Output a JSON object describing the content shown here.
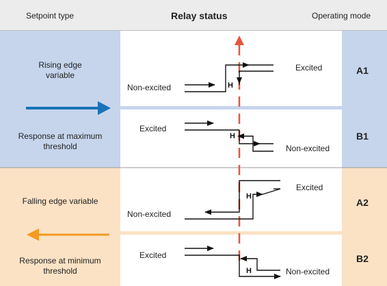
{
  "header": {
    "setpoint_type": "Setpoint type",
    "relay_status": "Relay status",
    "operating_mode": "Operating mode"
  },
  "colors": {
    "rising_panel": "#c6d5ec",
    "falling_panel": "#fbe2c5",
    "blue_arrow": "#1a72b8",
    "orange_arrow": "#f39a21",
    "threshold_red": "#e8553b",
    "hysteresis_line": "#111111"
  },
  "rising": {
    "label": "Rising edge variable",
    "response": "Response at maximum threshold",
    "modes": [
      {
        "code": "A1",
        "top_state": "Excited",
        "bottom_state": "Non-excited",
        "hysteresis": "H"
      },
      {
        "code": "B1",
        "top_state": "Excited",
        "bottom_state": "Non-excited",
        "hysteresis": "H"
      }
    ]
  },
  "falling": {
    "label": "Falling edge variable",
    "response": "Response at minimum threshold",
    "modes": [
      {
        "code": "A2",
        "top_state": "Excited",
        "bottom_state": "Non-excited",
        "hysteresis": "H"
      },
      {
        "code": "B2",
        "top_state": "Excited",
        "bottom_state": "Non-excited",
        "hysteresis": "H"
      }
    ]
  }
}
